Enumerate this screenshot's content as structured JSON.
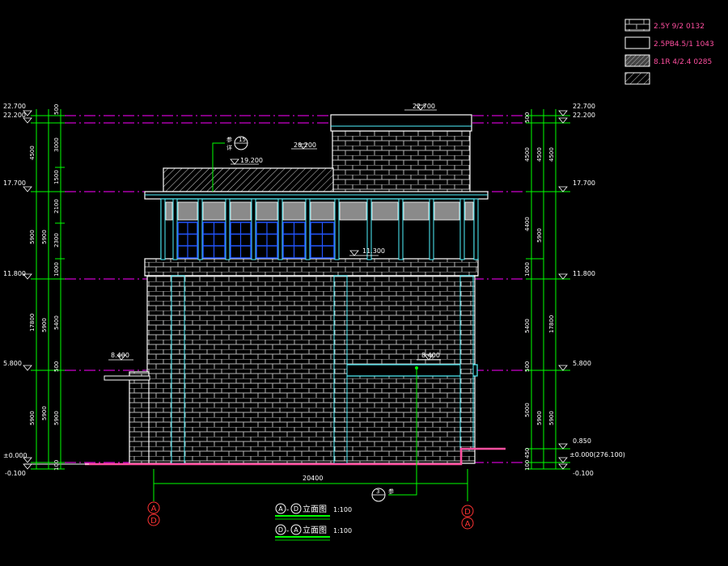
{
  "legend": [
    {
      "code": "2.5Y 9/2 0132",
      "swatch": "brick"
    },
    {
      "code": "2.5PB4.5/1 1043",
      "swatch": "plain"
    },
    {
      "code": "8.1R 4/2.4 0285",
      "swatch": "hatch-dense"
    },
    {
      "code": "",
      "swatch": "hatch-diag"
    }
  ],
  "levels_left": {
    "l22700": "22.700",
    "l22200": "22.200",
    "l17700": "17.700",
    "l11800": "11.800",
    "l5800": "5.800",
    "l0": "±0.000",
    "lm100": "-0.100"
  },
  "levels_right": {
    "l22700": "22.700",
    "l22200": "22.200",
    "l17700": "17.700",
    "l11800": "11.800",
    "l5800": "5.800",
    "l850": "0.850",
    "l0": "±0.000(276.100)",
    "lm100": "-0.100"
  },
  "dims_left_outer": [
    "4500",
    "5900",
    "5900",
    "5900"
  ],
  "dims_left_inner": [
    "500",
    "3000",
    "1500",
    "2100",
    "2300",
    "1000",
    "5400",
    "500",
    "5900",
    "100"
  ],
  "dims_left_total": "17800",
  "dims_right_inner": [
    "500",
    "4500",
    "4400",
    "1000",
    "5400",
    "500",
    "5000",
    "450",
    "100"
  ],
  "dims_right_outer": [
    "4500",
    "5900",
    "17800",
    "5900"
  ],
  "annotations": {
    "top_level": "22.700",
    "roof_level": "20.200",
    "parapet_level": "19.200",
    "mid_level": "11.300",
    "left_canopy": "8.400",
    "right_canopy": "8.400",
    "detail_ref_top": "15",
    "detail_label_top": "参",
    "detail_sub_top": "详",
    "detail_ref_bottom": "3",
    "detail_label_bottom": "参",
    "total_width": "20400"
  },
  "axes": {
    "left_top": "A",
    "left_bottom": "D",
    "right_top": "D",
    "right_bottom": "A"
  },
  "titles": [
    {
      "a": "A",
      "b": "D",
      "text": "立面图",
      "scale": "1:100"
    },
    {
      "a": "D",
      "b": "A",
      "text": "立面图",
      "scale": "1:100"
    }
  ],
  "colors": {
    "dim": "#00ff00",
    "level_line": "#ff00ff",
    "outline": "#ffffff",
    "brick": "#b5b5b5",
    "frame": "#4ff5ff",
    "window": "#2255ff",
    "glass": "#8a8a8a",
    "axis_bubble": "#ff3333",
    "ground": "#ff4fa0",
    "legend_text": "#ff4fa0"
  }
}
